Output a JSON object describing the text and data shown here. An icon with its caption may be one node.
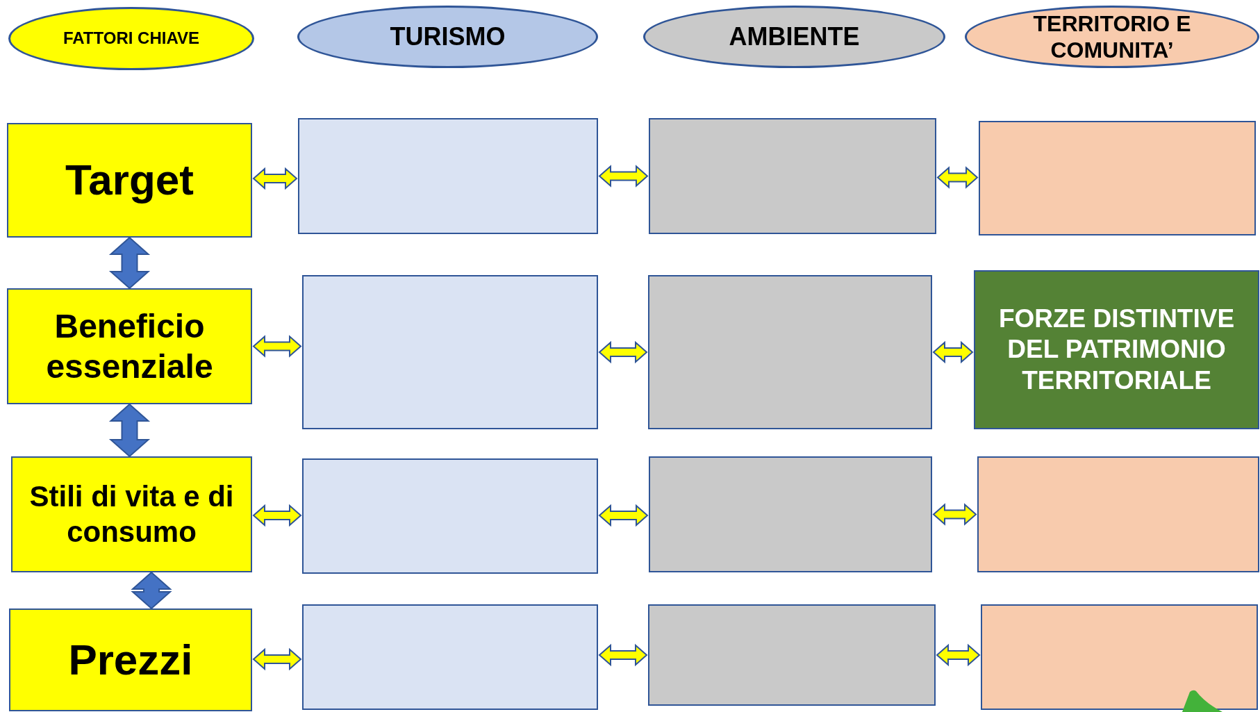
{
  "diagram": {
    "nodes": [
      {
        "text": [
          "FATTORI CHIAVE"
        ]
      },
      {
        "text": [
          "TURISMO"
        ]
      },
      {
        "text": [
          "AMBIENTE"
        ]
      },
      {
        "text": [
          "TERRITORIO E COMUNITA’"
        ]
      },
      {
        "text": [
          "Target"
        ]
      },
      {
        "text": [],
        "shape": "box"
      },
      {
        "text": [],
        "shape": "box"
      },
      {
        "text": [],
        "shape": "box"
      },
      {
        "text": [
          "Beneficio essenziale"
        ]
      },
      {
        "text": [],
        "shape": "box"
      },
      {
        "text": [],
        "shape": "box"
      },
      {
        "text": [
          "FORZE DISTINTIVE DEL PATRIMONIO TERRITORIALE"
        ]
      },
      {
        "text": [
          "Stili di vita e di consumo"
        ]
      },
      {
        "text": [],
        "shape": "box"
      },
      {
        "text": [],
        "shape": "box"
      },
      {
        "text": [],
        "shape": "box"
      },
      {
        "text": [
          "Prezzi"
        ]
      },
      {
        "text": [],
        "shape": "box"
      },
      {
        "text": [],
        "shape": "box"
      },
      {
        "text": [],
        "shape": "box"
      }
    ],
    "edges": [
      {
        "from": 4,
        "to": 5,
        "arrow": "both"
      },
      {
        "from": 5,
        "to": 6,
        "arrow": "both"
      },
      {
        "from": 6,
        "to": 7,
        "arrow": "both"
      },
      {
        "from": 8,
        "to": 9,
        "arrow": "both"
      },
      {
        "from": 9,
        "to": 10,
        "arrow": "both"
      },
      {
        "from": 10,
        "to": 11,
        "arrow": "both"
      },
      {
        "from": 12,
        "to": 13,
        "arrow": "both"
      },
      {
        "from": 13,
        "to": 14,
        "arrow": "both"
      },
      {
        "from": 14,
        "to": 15,
        "arrow": "both"
      },
      {
        "from": 16,
        "to": 17,
        "arrow": "both"
      },
      {
        "from": 17,
        "to": 18,
        "arrow": "both"
      },
      {
        "from": 18,
        "to": 19,
        "arrow": "both"
      },
      {
        "from": 4,
        "to": 8,
        "arrow": "both",
        "color": "#4472c4"
      },
      {
        "from": 8,
        "to": 12,
        "arrow": "both",
        "color": "#4472c4"
      },
      {
        "from": 12,
        "to": 16,
        "arrow": "both",
        "color": "#4472c4"
      }
    ]
  }
}
